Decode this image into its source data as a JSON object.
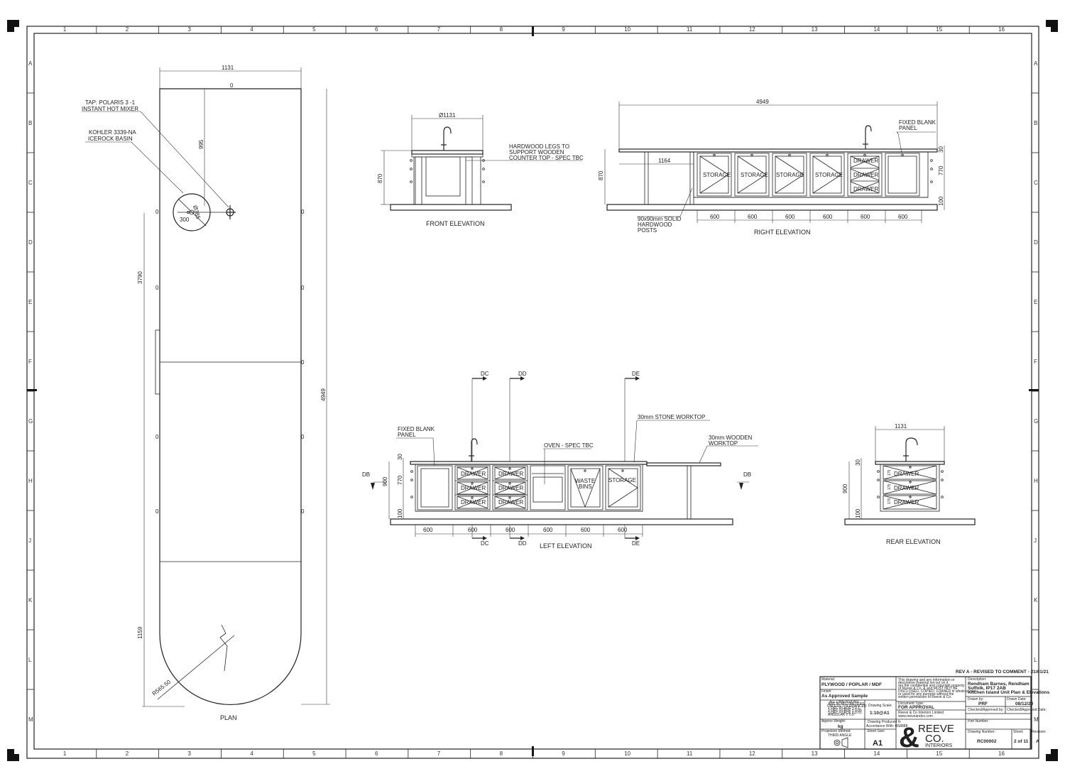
{
  "grid": {
    "columns": [
      "1",
      "2",
      "3",
      "4",
      "5",
      "6",
      "7",
      "8",
      "9",
      "10",
      "11",
      "12",
      "13",
      "14",
      "15",
      "16"
    ],
    "rows": [
      "A",
      "B",
      "C",
      "D",
      "E",
      "F",
      "G",
      "H",
      "J",
      "K",
      "L",
      "M"
    ]
  },
  "plan": {
    "title": "PLAN",
    "dim_width": "1131",
    "dim_length": "4949",
    "dim_3790": "3790",
    "dim_995": "995",
    "dim_1159": "1159",
    "dim_300": "300",
    "dim_basin_dia": "Ø385",
    "dim_radius": "R565.50",
    "tap_label_1": "TAP: POLARIS 3 -1",
    "tap_label_2": "INSTANT HOT MIXER",
    "basin_label_1": "KOHLER 3339-NA",
    "basin_label_2": "ICEROCK BASIN",
    "zero": "0"
  },
  "front_elevation": {
    "title": "FRONT ELEVATION",
    "dim_width": "Ø1131",
    "dim_height": "870",
    "note_1": "HARDWOOD LEGS TO",
    "note_2": "SUPPORT WOODEN",
    "note_3": "COUNTER TOP - SPEC TBC"
  },
  "right_elevation": {
    "title": "RIGHT ELEVATION",
    "dim_total": "4949",
    "dim_1164": "1164",
    "dim_870": "870",
    "dim_30": "30",
    "dim_770": "770",
    "dim_100": "100",
    "units": [
      "600",
      "600",
      "600",
      "600",
      "600",
      "600"
    ],
    "storage": [
      "STORAGE",
      "STORAGE",
      "STORAGE",
      "STORAGE"
    ],
    "drawers": [
      "DRAWER",
      "DRAWER",
      "DRAWER"
    ],
    "panel_1": "FIXED BLANK",
    "panel_2": "PANEL",
    "posts_1": "90x90mm SOLID",
    "posts_2": "HARDWOOD",
    "posts_3": "POSTS"
  },
  "left_elevation": {
    "title": "LEFT ELEVATION",
    "units": [
      "600",
      "600",
      "600",
      "600",
      "600",
      "600"
    ],
    "dim_900": "900",
    "dim_770": "770",
    "dim_30": "30",
    "dim_100": "100",
    "drawers_a": [
      "DRAWER",
      "DRAWER",
      "DRAWER"
    ],
    "drawers_b": [
      "DRAWER",
      "DRAWER",
      "DRAWER"
    ],
    "waste_1": "WASTE",
    "waste_2": "BINS",
    "storage": "STORAGE",
    "panel_1": "FIXED BLANK",
    "panel_2": "PANEL",
    "oven": "OVEN - SPEC TBC",
    "stone": "30mm STONE WORKTOP",
    "wood_1": "30mm WOODEN",
    "wood_2": "WORKTOP",
    "sec_dc": "DC",
    "sec_dd": "DD",
    "sec_de": "DE",
    "sec_db": "DB"
  },
  "rear_elevation": {
    "title": "REAR ELEVATION",
    "dim_width": "1131",
    "dim_900": "900",
    "dim_30": "30",
    "dim_100": "100",
    "dim_small": "175",
    "drawers": [
      "DRAWER",
      "DRAWER",
      "DRAWER"
    ]
  },
  "title_block": {
    "revision": "REV A - REVISED TO COMMENT - 21/01/21",
    "material_label": "Material:",
    "material": "PLYWOOD / POPLAR / MDF",
    "finish_label": "Finish:",
    "finish": "As Approved Sample",
    "tolerances_1": "ALL DIMENSIONS",
    "tolerances_2": "ARE IN MILLIMETERS",
    "tolerances_3": "UNLESS TOLERANCED",
    "tolerances_4": "1 DEC PLACE  ± 0.1",
    "tolerances_5": "2 DEC PLACE  ± 0.05",
    "tolerances_6": "3 DEC PLACE  ± 0.01",
    "tolerances_7": "ANGULAR  ± 0.5°",
    "scale_label": "Drawing Scale:",
    "scale": "1:10@A1",
    "weight_label": "Approx Weight:",
    "weight": "kg",
    "produced_1": "Drawing Produced In",
    "produced_2": "Accordance With: BS8888",
    "projection_label": "Projection Method:",
    "projection": "THIRD ANGLE",
    "sheet_size_label": "Sheet Size:",
    "sheet_size": "A1",
    "disclaimer_1": "This drawing and any information or",
    "disclaimer_2": "descriptive material set out on it",
    "disclaimer_3": "are the confidential and copyright property",
    "disclaimer_4": "of Reeve & Co. & and MUST NOT BE",
    "disclaimer_5": "DISCLOSED, COPIED, LOANED in whole or part",
    "disclaimer_6": "or used for any purpose without the",
    "disclaimer_7": "written permission of Reeve & Co.",
    "doctype_label": "Document Type:",
    "doctype": "FOR APPROVAL",
    "company": "Reeve & Co Interiors Limited",
    "website": "www.reeveandco.com",
    "desc_label": "Description:",
    "desc_1": "Rendham Barnes, Rendham",
    "desc_2": "Suffolk, IP17 2AB",
    "desc_3": "Kitchen Island Unit Plan & Elevations",
    "drawn_by_label": "Drawn by:",
    "drawn_by": "PRF",
    "drawn_date_label": "Drawn Date:",
    "drawn_date": "08/12/20",
    "checked_by_label": "Checked/Approved by:",
    "checked_date_label": "Checked/Approved Date:",
    "part_number_label": "Part Number:",
    "drawing_number_label": "Drawing Number:",
    "drawing_number": "RC00002",
    "sheet_label": "Sheet:",
    "sheet": "2 of 11",
    "revision_label": "Revision:",
    "revision_letter": "A",
    "logo_1": "REEVE",
    "logo_2": "CO.",
    "logo_3": "INTERIORS"
  }
}
